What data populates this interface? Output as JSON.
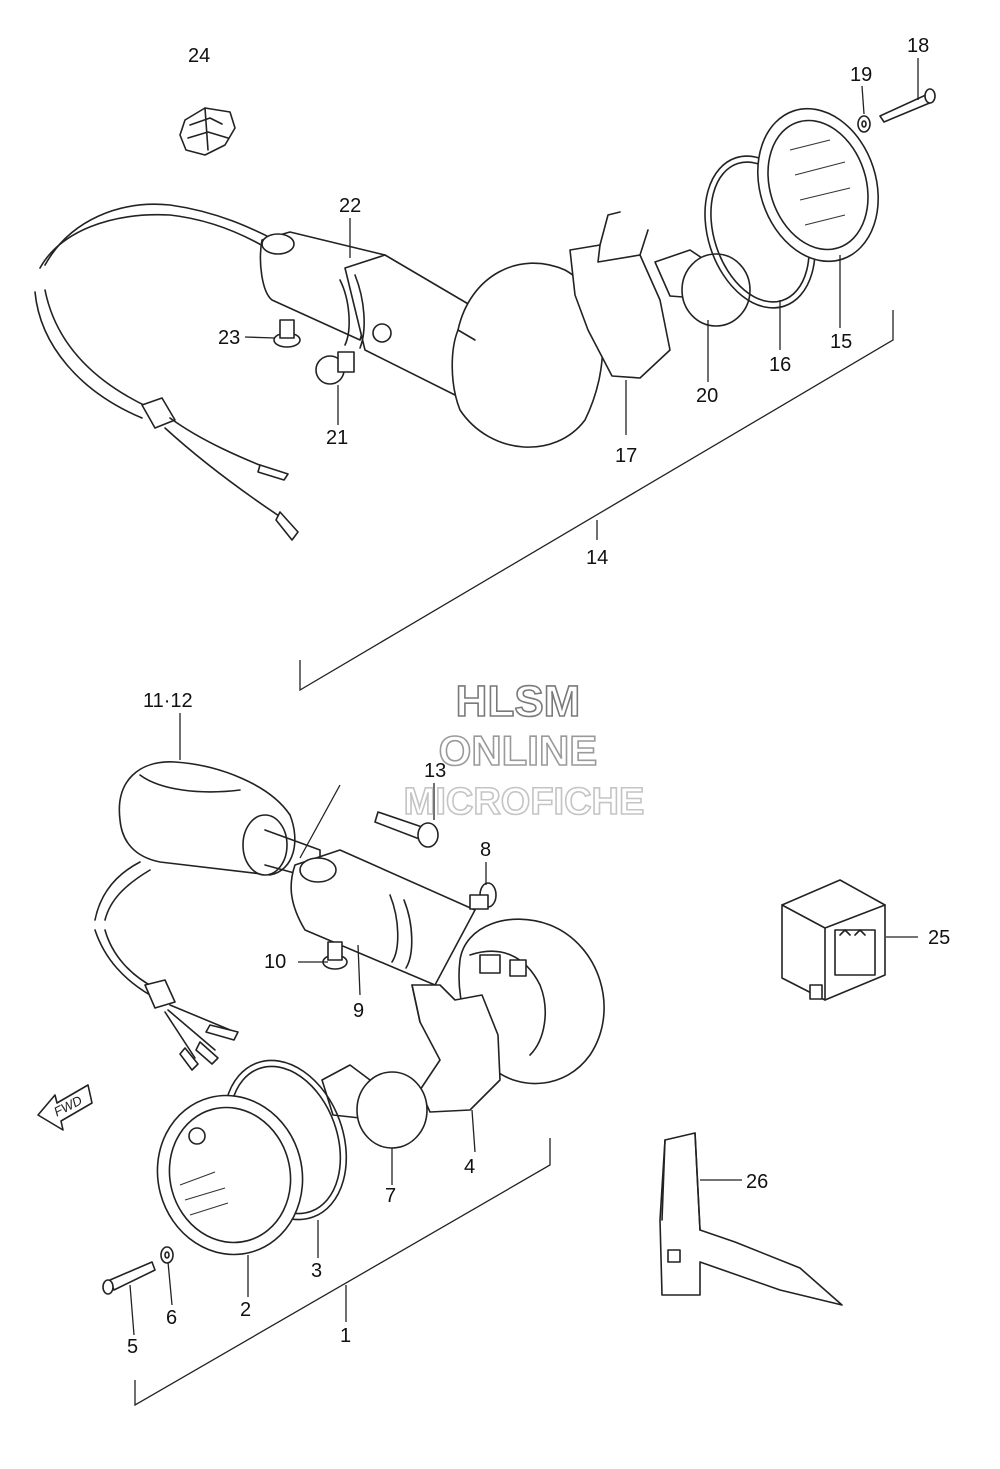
{
  "labels": {
    "p1": "1",
    "p2": "2",
    "p3": "3",
    "p4": "4",
    "p5": "5",
    "p6": "6",
    "p7": "7",
    "p8": "8",
    "p9": "9",
    "p10": "10",
    "p11_12": "11·12",
    "p13": "13",
    "p14": "14",
    "p15": "15",
    "p16": "16",
    "p17": "17",
    "p18": "18",
    "p19": "19",
    "p20": "20",
    "p21": "21",
    "p22": "22",
    "p23": "23",
    "p24": "24",
    "p25": "25",
    "p26": "26"
  },
  "watermark": {
    "line1": "HLSM",
    "line2": "ONLINE",
    "line3": "MICROFICHE"
  },
  "fwd_arrow": {
    "text": "FWD",
    "icon": "fwd-arrow-icon"
  }
}
